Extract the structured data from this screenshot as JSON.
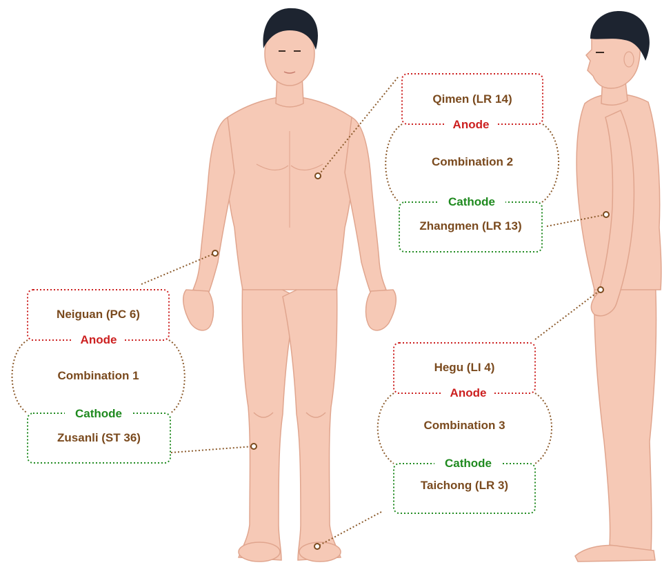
{
  "combinations": [
    {
      "name": "Combination 1",
      "anode_label": "Anode",
      "anode_point": "Neiguan (PC 6)",
      "cathode_label": "Cathode",
      "cathode_point": "Zusanli (ST 36)"
    },
    {
      "name": "Combination 2",
      "anode_label": "Anode",
      "anode_point": "Qimen (LR 14)",
      "cathode_label": "Cathode",
      "cathode_point": "Zhangmen (LR 13)"
    },
    {
      "name": "Combination 3",
      "anode_label": "Anode",
      "anode_point": "Hegu (LI 4)",
      "cathode_label": "Cathode",
      "cathode_point": "Taichong (LR 3)"
    }
  ],
  "colors": {
    "anode": "#cc1f1f",
    "cathode": "#1f8a1f",
    "text": "#7a4a1e",
    "skin": "#f6c9b6",
    "skin_outline": "#e0a58e",
    "hair": "#1d2430"
  }
}
